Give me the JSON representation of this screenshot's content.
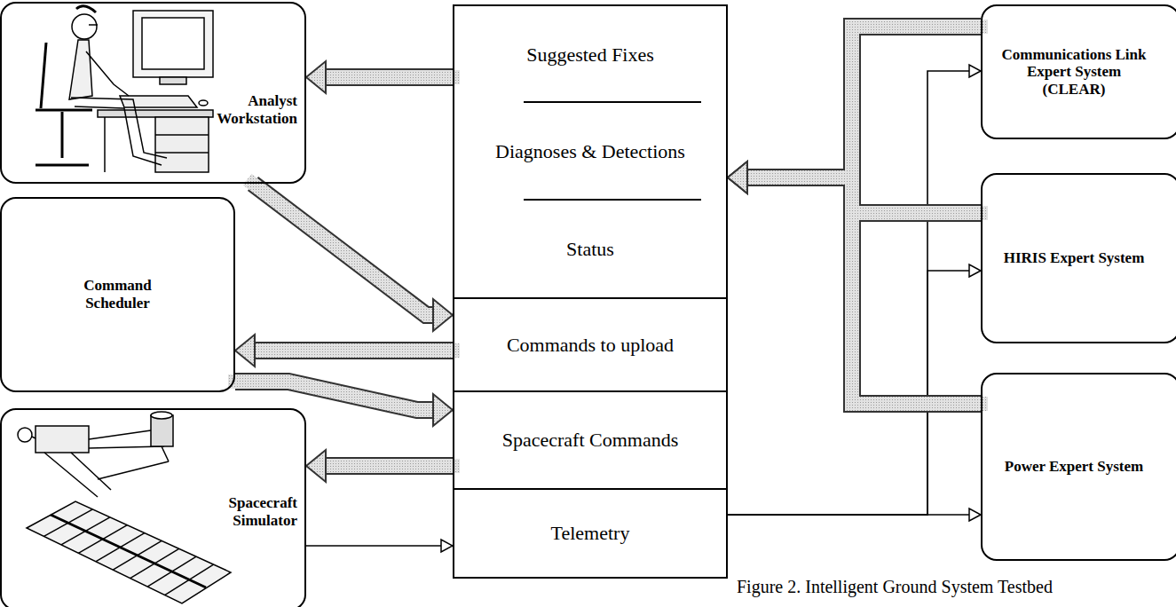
{
  "diagram": {
    "caption": "Figure 2. Intelligent Ground System Testbed",
    "nodes": [
      {
        "text": [
          "Analyst Workstation"
        ]
      },
      {
        "text": [
          "Suggested Fixes",
          "Diagnoses & Detections",
          "Status"
        ]
      },
      {
        "text": [
          "Command Scheduler"
        ]
      },
      {
        "text": [
          "Commands to upload"
        ]
      },
      {
        "text": [
          "Spacecraft Commands"
        ]
      },
      {
        "text": [
          "Spacecraft Simulator"
        ]
      },
      {
        "text": [
          "Telemetry"
        ]
      },
      {
        "text": [
          "Communications Link Expert System (CLEAR)"
        ]
      },
      {
        "text": [
          "HIRIS Expert System"
        ]
      },
      {
        "text": [
          "Power Expert System"
        ]
      }
    ],
    "edges": [
      {
        "from": 1,
        "to": 0,
        "arrow": "to"
      },
      {
        "from": 0,
        "to": 3,
        "arrow": "to"
      },
      {
        "from": 3,
        "to": 2,
        "arrow": "to"
      },
      {
        "from": 2,
        "to": 4,
        "arrow": "to"
      },
      {
        "from": 4,
        "to": 5,
        "arrow": "to"
      },
      {
        "from": 5,
        "to": 6,
        "arrow": "to"
      },
      {
        "from": 6,
        "to": 7,
        "arrow": "to"
      },
      {
        "from": 6,
        "to": 8,
        "arrow": "to"
      },
      {
        "from": 6,
        "to": 9,
        "arrow": "to"
      },
      {
        "from": 7,
        "to": 1,
        "arrow": "to"
      },
      {
        "from": 8,
        "to": 1,
        "arrow": "to"
      },
      {
        "from": 9,
        "to": 1,
        "arrow": "to"
      }
    ]
  }
}
